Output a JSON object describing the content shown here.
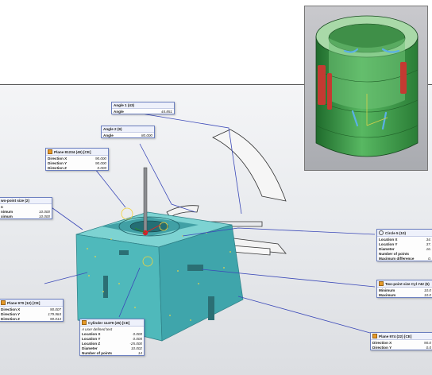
{
  "annotations": {
    "angle1": {
      "title": "Angle 1 (43)",
      "rows": [
        {
          "label": "Angle",
          "value": "44.851"
        }
      ]
    },
    "angle2": {
      "title": "Angle 2 (9)",
      "rows": [
        {
          "label": "Angle",
          "value": "80.000"
        }
      ]
    },
    "plane81234": {
      "title": "Plane 81234 (40) [CE]",
      "rows": [
        {
          "label": "Direction X",
          "value": "90.000"
        },
        {
          "label": "Direction Y",
          "value": "90.000"
        },
        {
          "label": "Direction Z",
          "value": "0.000"
        }
      ]
    },
    "twoPointSize2": {
      "title": "wo-point size (2)",
      "rows": [
        {
          "label": "n",
          "value": ""
        },
        {
          "label": "nimum",
          "value": "10.000"
        },
        {
          "label": "ximum",
          "value": "10.000"
        }
      ]
    },
    "circle5": {
      "title": "Circle 5 (10)",
      "rows": [
        {
          "label": "Location X",
          "value": "34."
        },
        {
          "label": "Location Y",
          "value": "37."
        },
        {
          "label": "Diameter",
          "value": "16."
        },
        {
          "label": "Number of points",
          "value": ""
        },
        {
          "label": "Maximum difference",
          "value": "0."
        }
      ]
    },
    "twoPointSizeCyl": {
      "title": "Two-point size Cyl #42 (5)",
      "rows": [
        {
          "label": "Minimum",
          "value": "10.0"
        },
        {
          "label": "Maximum",
          "value": "10.0"
        }
      ]
    },
    "plane970": {
      "title": "Plane 970 (12) [CE]",
      "rows": [
        {
          "label": "Direction X",
          "value": "90.007"
        },
        {
          "label": "Direction Y",
          "value": "179.984"
        },
        {
          "label": "Direction Z",
          "value": "90.014"
        }
      ]
    },
    "cylinder11479": {
      "title": "Cylinder 11479 (25) [CE]",
      "note": "A user defined text",
      "rows": [
        {
          "label": "Location X",
          "value": "0.000"
        },
        {
          "label": "Location Y",
          "value": "0.000"
        },
        {
          "label": "Location Z",
          "value": "-25.000"
        },
        {
          "label": "Diameter",
          "value": "10.002"
        },
        {
          "label": "Number of points",
          "value": "14"
        }
      ]
    },
    "plane974": {
      "title": "Plane 974 (22) [CE]",
      "rows": [
        {
          "label": "Direction X",
          "value": "90.0"
        },
        {
          "label": "Direction Y",
          "value": "0.0"
        }
      ]
    }
  },
  "colors": {
    "leader": "#3b49b8",
    "partBody": "#58c3c4",
    "partEdge": "#2e7f86",
    "ribs": "#c43a32",
    "cylinderGreen": "#3e9a4a"
  },
  "icons": {
    "plane": "orange-square-icon",
    "circle": "ring-icon"
  }
}
